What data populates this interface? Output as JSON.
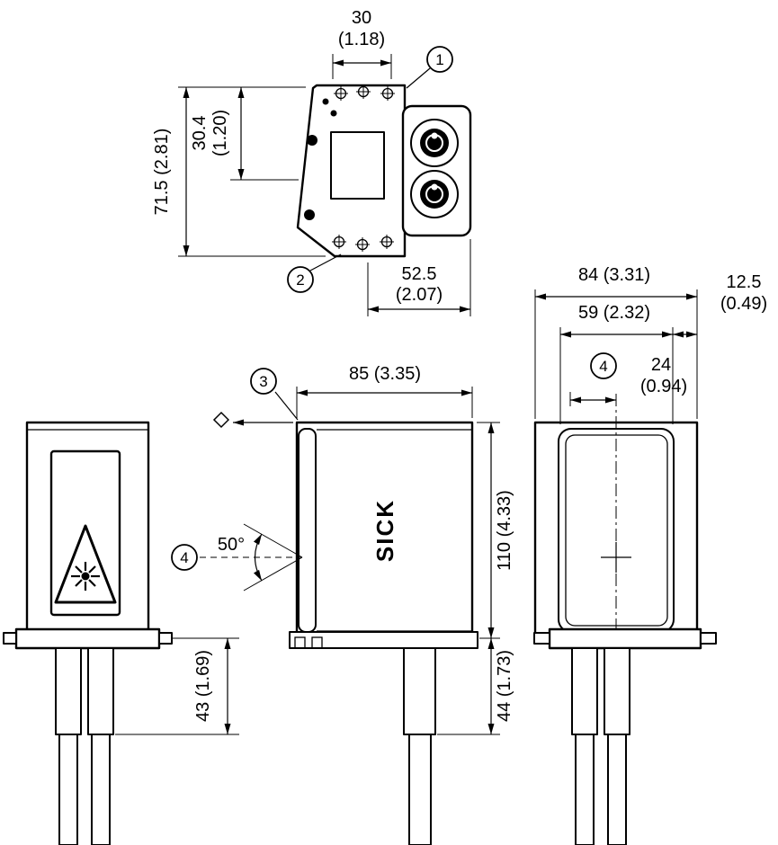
{
  "colors": {
    "ink": "#000000",
    "background": "#ffffff"
  },
  "brand": "SICK",
  "callouts": {
    "c1": "1",
    "c2": "2",
    "c3": "3",
    "c4": "4"
  },
  "top_view": {
    "width_top_mm": "30",
    "width_top_in": "(1.18)",
    "height_upper_mm": "30.4",
    "height_upper_in": "(1.20)",
    "height_total": "71.5 (2.81)",
    "width_bottom_mm": "52.5",
    "width_bottom_in": "(2.07)"
  },
  "side_view": {
    "width": "85 (3.35)",
    "height": "110 (4.33)",
    "cable_clearance": "44 (1.73)",
    "scan_angle": "50°"
  },
  "rear_view": {
    "width": "84 (3.31)",
    "window_width": "59 (2.32)",
    "edge_offset_mm": "12.5",
    "edge_offset_in": "(0.49)",
    "axis_offset_mm": "24",
    "axis_offset_in": "(0.94)"
  },
  "front_view": {
    "cable_clearance": "43 (1.69)"
  }
}
